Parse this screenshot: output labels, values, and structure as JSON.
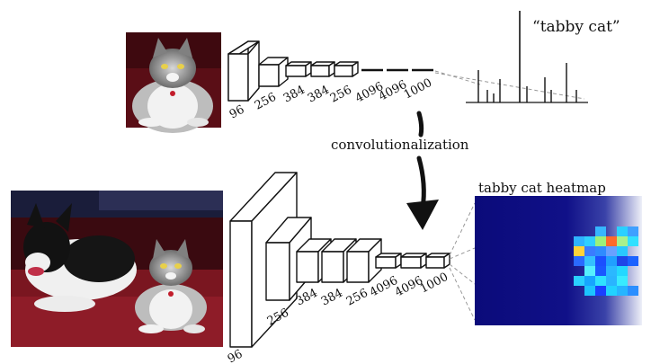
{
  "top": {
    "output_label": "“tabby cat”",
    "layer_labels": [
      "96",
      "256",
      "384",
      "384",
      "256",
      "4096",
      "4096",
      "1000"
    ]
  },
  "middle": {
    "transform_label": "convolutionalization"
  },
  "bottom": {
    "heatmap_title": "tabby cat heatmap",
    "layer_labels": [
      "96",
      "256",
      "384",
      "384",
      "256",
      "4096",
      "4096",
      "1000"
    ]
  },
  "colors": {
    "stroke": "#111111",
    "heatmap_bg_dark": "#0b0b7a",
    "heatmap_bg_light": "#e8ecf6",
    "sofa_red": "#7a1620"
  },
  "heatmap_cells": [
    {
      "c": 0,
      "r": 1,
      "color": "#2fb3ff"
    },
    {
      "c": 0,
      "r": 2,
      "color": "#ffd23a"
    },
    {
      "c": 1,
      "r": 1,
      "color": "#2fd0ff"
    },
    {
      "c": 1,
      "r": 2,
      "color": "#3a7cff"
    },
    {
      "c": 2,
      "r": 0,
      "color": "#36b6ff"
    },
    {
      "c": 2,
      "r": 1,
      "color": "#9cf07a"
    },
    {
      "c": 2,
      "r": 2,
      "color": "#2f8bff"
    },
    {
      "c": 3,
      "r": 1,
      "color": "#ff6a2a"
    },
    {
      "c": 3,
      "r": 2,
      "color": "#6aa0ff"
    },
    {
      "c": 4,
      "r": 0,
      "color": "#2bd0ff"
    },
    {
      "c": 4,
      "r": 1,
      "color": "#a8f08c"
    },
    {
      "c": 4,
      "r": 2,
      "color": "#29c8ff"
    },
    {
      "c": 5,
      "r": 0,
      "color": "#3fa0ff"
    },
    {
      "c": 5,
      "r": 1,
      "color": "#31e0ff"
    },
    {
      "c": 0,
      "r": 3,
      "color": "#2a6aff"
    },
    {
      "c": 1,
      "r": 3,
      "color": "#34c0ff"
    },
    {
      "c": 2,
      "r": 3,
      "color": "#1b50ff"
    },
    {
      "c": 3,
      "r": 3,
      "color": "#20a0ff"
    },
    {
      "c": 4,
      "r": 3,
      "color": "#1e46e8"
    },
    {
      "c": 5,
      "r": 3,
      "color": "#1b62ff"
    },
    {
      "c": 1,
      "r": 4,
      "color": "#55f0ff"
    },
    {
      "c": 2,
      "r": 4,
      "color": "#1a58ff"
    },
    {
      "c": 3,
      "r": 4,
      "color": "#2bb8ff"
    },
    {
      "c": 4,
      "r": 4,
      "color": "#23d8ff"
    },
    {
      "c": 0,
      "r": 5,
      "color": "#2ad0ff"
    },
    {
      "c": 1,
      "r": 5,
      "color": "#17a5ff"
    },
    {
      "c": 2,
      "r": 5,
      "color": "#2fe2ff"
    },
    {
      "c": 3,
      "r": 5,
      "color": "#2ab4ff"
    },
    {
      "c": 4,
      "r": 5,
      "color": "#38ebff"
    },
    {
      "c": 1,
      "r": 6,
      "color": "#1cc3ff"
    },
    {
      "c": 2,
      "r": 6,
      "color": "#1a3fff"
    },
    {
      "c": 3,
      "r": 6,
      "color": "#21d2ff"
    },
    {
      "c": 4,
      "r": 6,
      "color": "#26b5ff"
    },
    {
      "c": 5,
      "r": 6,
      "color": "#2a8eff"
    }
  ]
}
